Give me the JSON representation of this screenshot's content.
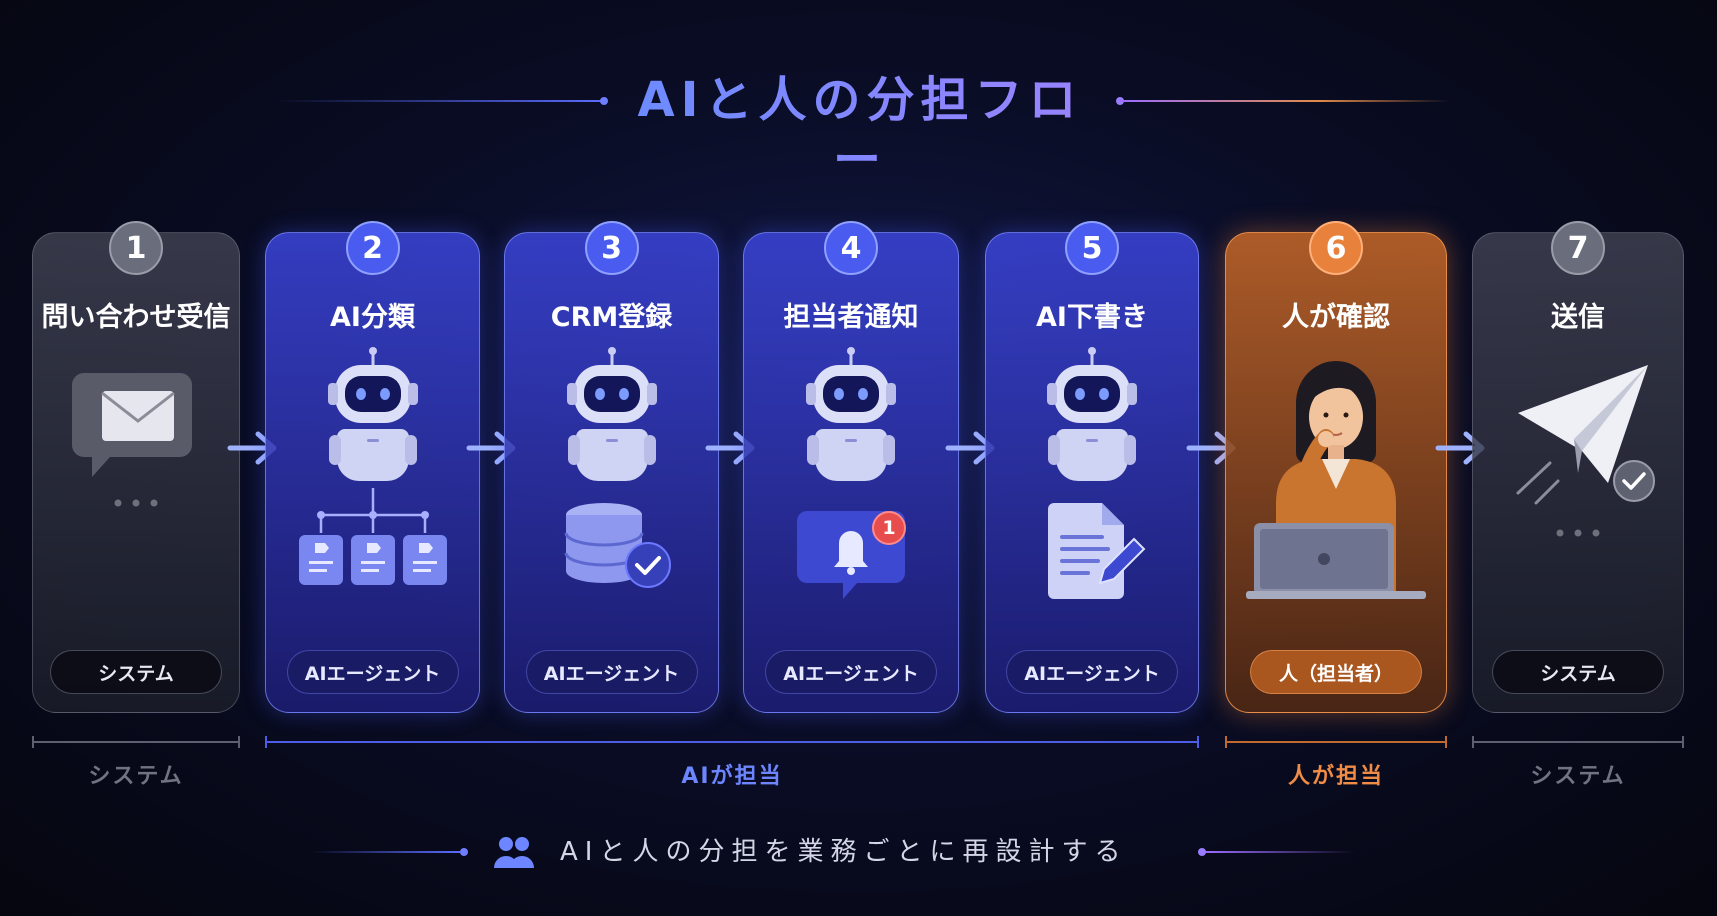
{
  "title": "AIと人の分担フロー",
  "steps": [
    {
      "number": "1",
      "label": "問い合わせ受信",
      "role": "システム",
      "type": "system",
      "icon": "envelope-chat-icon"
    },
    {
      "number": "2",
      "label": "AI分類",
      "role": "AIエージェント",
      "type": "ai",
      "icon": "robot-classify-icon"
    },
    {
      "number": "3",
      "label": "CRM登録",
      "role": "AIエージェント",
      "type": "ai",
      "icon": "robot-database-icon"
    },
    {
      "number": "4",
      "label": "担当者通知",
      "role": "AIエージェント",
      "type": "ai",
      "icon": "robot-bell-icon",
      "badge": "1"
    },
    {
      "number": "5",
      "label": "AI下書き",
      "role": "AIエージェント",
      "type": "ai",
      "icon": "robot-document-icon"
    },
    {
      "number": "6",
      "label": "人が確認",
      "role": "人（担当者）",
      "type": "human",
      "icon": "person-laptop-icon"
    },
    {
      "number": "7",
      "label": "送信",
      "role": "システム",
      "type": "system",
      "icon": "paper-plane-icon"
    }
  ],
  "groups": [
    {
      "label": "システム",
      "type": "sys"
    },
    {
      "label": "AIが担当",
      "type": "ai"
    },
    {
      "label": "人が担当",
      "type": "hum"
    },
    {
      "label": "システム",
      "type": "sys"
    }
  ],
  "footer": {
    "text": "AIと人の分担を業務ごとに再設計する",
    "icon": "people-icon"
  },
  "colors": {
    "ai": "#4a5cf0",
    "human": "#e7813c",
    "system": "#6a6d7c"
  }
}
